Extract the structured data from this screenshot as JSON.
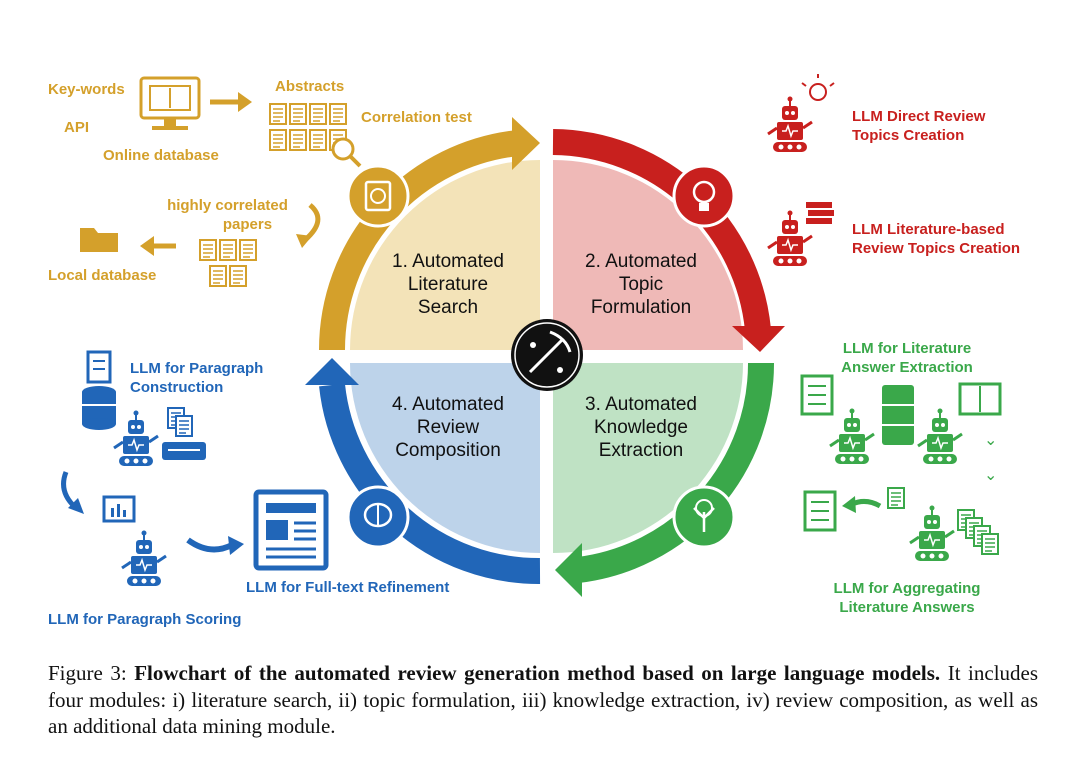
{
  "quadrants": [
    {
      "title": "1. Automated\nLiterature\nSearch",
      "color": "#d4a02b",
      "fill": "#f3e3b8"
    },
    {
      "title": "2. Automated\nTopic\nFormulation",
      "color": "#c8201e",
      "fill": "#efb9b7"
    },
    {
      "title": "3. Automated\nKnowledge\nExtraction",
      "color": "#3aa84a",
      "fill": "#bfe2c4"
    },
    {
      "title": "4. Automated\nReview\nComposition",
      "color": "#2166b8",
      "fill": "#bdd3ea"
    }
  ],
  "search": {
    "keywords": "Key-words",
    "api": "API",
    "online_db": "Online database",
    "abstracts": "Abstracts",
    "correlation": "Correlation test",
    "highly_1": "highly correlated",
    "highly_2": "papers",
    "local_db": "Local database"
  },
  "topic": {
    "direct_1": "LLM Direct Review",
    "direct_2": "Topics Creation",
    "lit_1": "LLM Literature-based",
    "lit_2": "Review Topics Creation"
  },
  "extraction": {
    "answer_1": "LLM for Literature",
    "answer_2": "Answer Extraction",
    "agg_1": "LLM for Aggregating",
    "agg_2": "Literature Answers"
  },
  "composition": {
    "para_1": "LLM for Paragraph",
    "para_2": "Construction",
    "fulltext": "LLM for Full-text Refinement",
    "scoring": "LLM for Paragraph Scoring"
  },
  "caption": {
    "prefix": "Figure 3:",
    "bold": "Flowchart of the automated review generation method based on large language models.",
    "rest": "It includes four modules: i) literature search, ii) topic formulation, iii) knowledge extraction, iv) review composition, as well as an additional data mining module."
  },
  "colors": {
    "gold": "#d4a02b",
    "red": "#c8201e",
    "green": "#3aa84a",
    "blue": "#2166b8"
  },
  "icons": [
    "computer-book-icon",
    "documents-icon",
    "magnifier-icon",
    "folder-icon",
    "robot-icon",
    "lightbulb-icon",
    "books-icon",
    "brain-icon",
    "newspaper-icon",
    "checklist-icon",
    "database-icon",
    "tree-icon",
    "mining-icon"
  ]
}
